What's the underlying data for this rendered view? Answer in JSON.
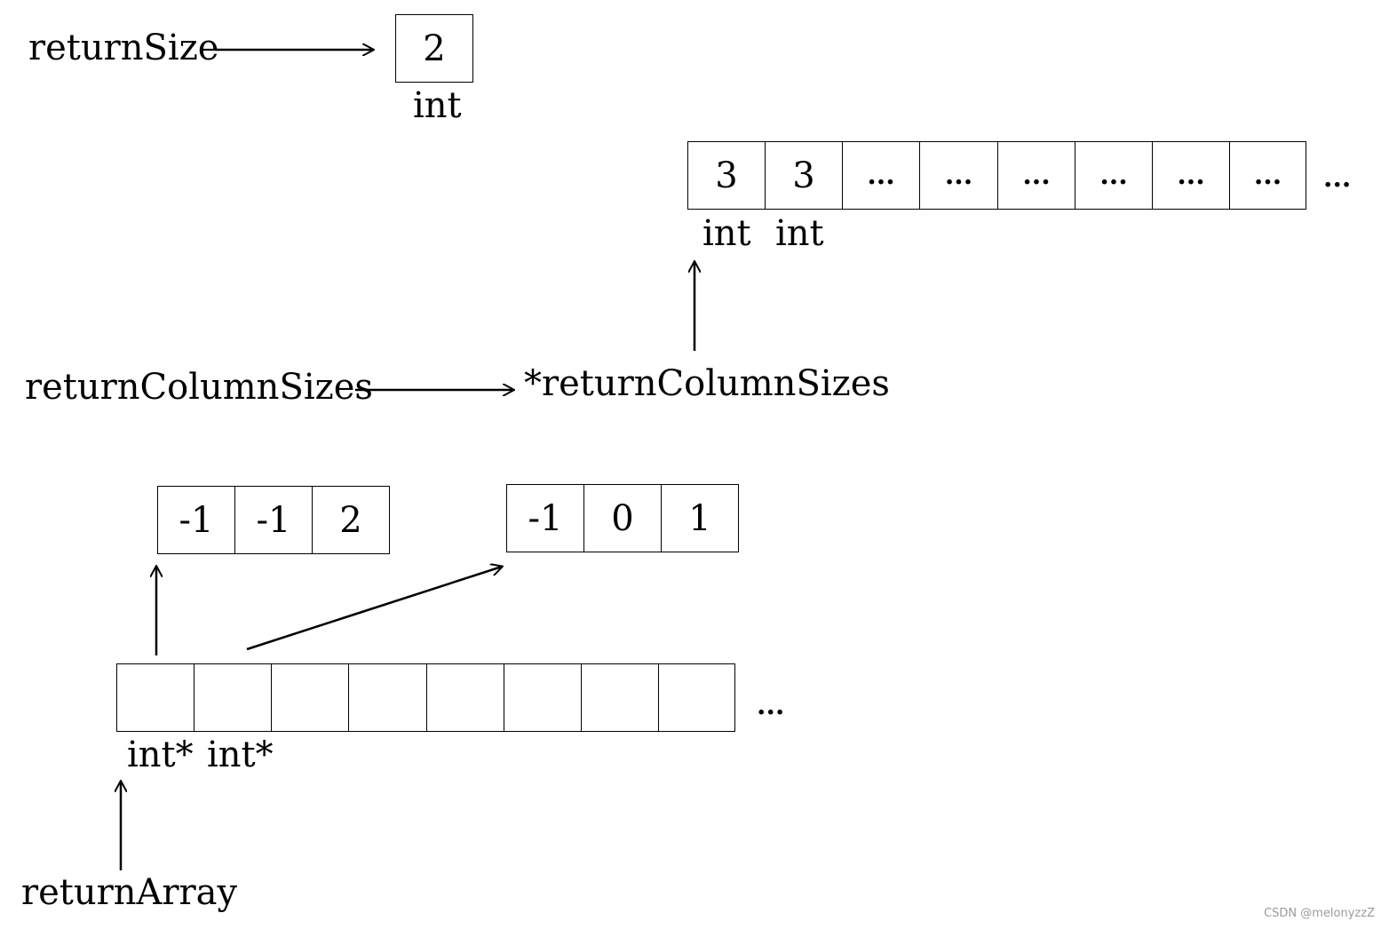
{
  "return_size": {
    "name": "returnSize",
    "value": "2",
    "type": "int"
  },
  "column_sizes": {
    "pointer_name": "returnColumnSizes",
    "deref_name": "*returnColumnSizes",
    "cells": [
      "3",
      "3",
      "...",
      "...",
      "...",
      "...",
      "...",
      "..."
    ],
    "types": [
      "int",
      "int"
    ],
    "trailing": "..."
  },
  "return_array": {
    "name": "returnArray",
    "cells": [
      "",
      "",
      "",
      "",
      "",
      "",
      "",
      ""
    ],
    "types": [
      "int*",
      "int*"
    ],
    "trailing": "...",
    "rows": [
      [
        "-1",
        "-1",
        "2"
      ],
      [
        "-1",
        "0",
        "1"
      ]
    ]
  },
  "watermark": "CSDN @melonyzzZ"
}
